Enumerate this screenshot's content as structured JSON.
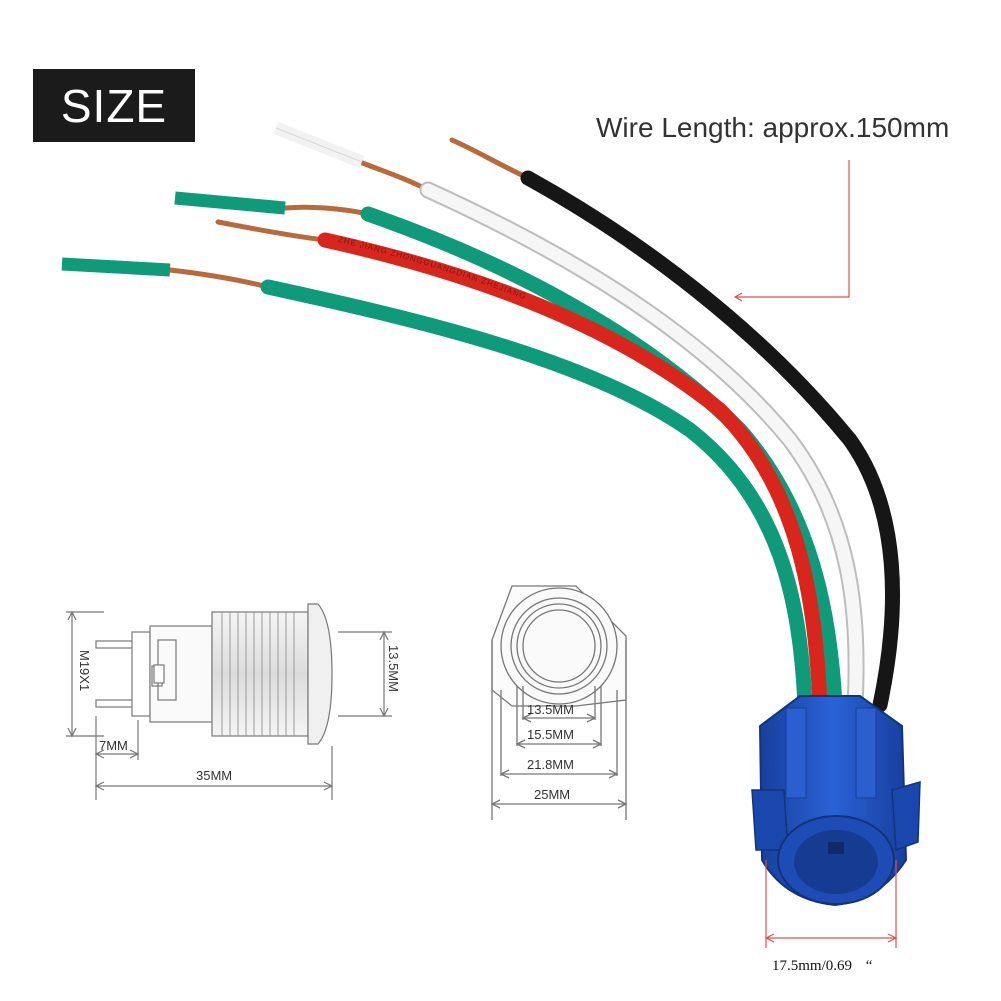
{
  "badge": {
    "label": "SIZE"
  },
  "wire_length": {
    "label": "Wire Length: approx.150mm"
  },
  "side_view": {
    "thread_label": "M19X1",
    "height_label": "13.5MM",
    "pin_label": "7MM",
    "length_label": "35MM"
  },
  "front_view": {
    "d1": "13.5MM",
    "d2": "15.5MM",
    "d3": "21.8MM",
    "d4": "25MM"
  },
  "connector": {
    "width_label": "17.5mm/0.69",
    "inch_mark": "“"
  },
  "wire_print": {
    "red": "ZHE JIANG   ZHONGGUANGDIAN   ZHEJIANG"
  },
  "colors": {
    "badge_bg": "#1b1b1b",
    "leader_red": "#d9534f",
    "wire_black": "#161616",
    "wire_white": "#f4f4f4",
    "wire_red": "#d9261c",
    "wire_green": "#0f9a7a",
    "connector_blue": "#1e4fc0"
  }
}
